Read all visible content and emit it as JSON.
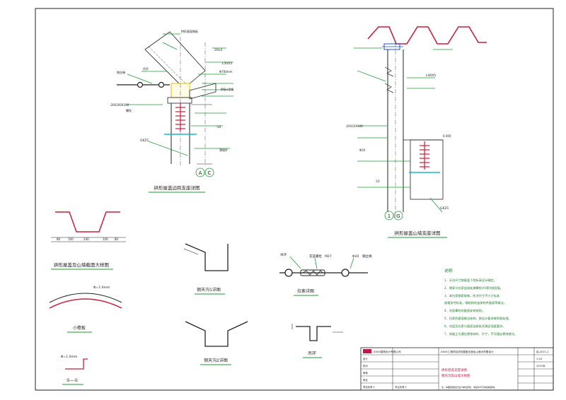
{
  "detail_titles": {
    "eaves_detail": "拱形屋盖边跨支座详图",
    "gable_detail": "拱形屋盖山墙支座详图",
    "profile": "拱形屋盖及山墙截面大样图",
    "gutter_a": "钢天沟1详图",
    "gutter_b": "钢天沟2详图",
    "tie_rod": "拉索详图",
    "small_panel": "小檐板",
    "ring": "吊环",
    "section": "①—①"
  },
  "eaves_labels": {
    "roof_panel_note": "拱形屋面钢板",
    "l_angle": "L50X5",
    "dim_20": "20x3",
    "anchor": "Φ700mm",
    "steel_cable": "钢丝绳",
    "hook": "吊环",
    "tube": "-20X200X340",
    "bolt": "螺栓",
    "weld_note": "焊接H型钢",
    "gkz": "GKZ1",
    "level": "-10",
    "cast": "预埋件",
    "axis_a": "A",
    "axis_c": "C"
  },
  "gable_labels": {
    "l_angle": "L40X5",
    "tube": "-20X20X340",
    "gkz": "GKZ1",
    "level": "6.000",
    "anchor": "Φ20",
    "axis_1": "1",
    "axis_g": "G",
    "bottom_note": "-10"
  },
  "profile_dims": [
    "80",
    "100",
    "240",
    "100",
    "80"
  ],
  "panel_label": "Φ=1.0mm",
  "section_label": "Φ=1.0mm",
  "tie_labels": {
    "ring": "吊环",
    "turnbuckle": "花篮螺栓",
    "cable": "钢丝绳",
    "dia": "Φ20",
    "m": "M27"
  },
  "notes": {
    "heading": "说明:",
    "items": [
      "1、天沟尺寸按屋盖下弦标高设计确定。",
      "2、钢索与拉索连接处做螺栓(X)第X加固值。",
      "3、本拉索钢索规格，所涉尺寸不小于标准",
      "   规格条件标准，钢结构的连接构件屋面等做法。",
      "4、花篮螺栓的屋面安装规则。",
      "5、拉索的屋面做法结构，按设计要求做防腐处理。",
      "6、花篮及拉索与屋面连接处须满足强度要求。",
      "7、如施工可遇应更改材料、尺寸，不可擅自更改做法。"
    ]
  },
  "title_block": {
    "company": "XXXX建筑设计有限公司",
    "project_line": "XXXX工程项目拱形屋盖支座及山墙大样图设计",
    "drawing_name_1": "拱形屋盖支座详图",
    "drawing_name_2": "钢天沟及山墙大样图",
    "sheet_no": "结-2021-2",
    "scale": "1:20",
    "date": "2021年",
    "rows": [
      "设计",
      "校对",
      "审核",
      "审定",
      "项目负责人",
      "专业负责人"
    ],
    "small_caption": "注：本图纸版权归设计单位所有，未经许可不得复制使用。"
  },
  "colors": {
    "line": "#1a1a1a",
    "red": "#c81e3c",
    "green": "#1f9a36",
    "cyan": "#19b7c8",
    "blue": "#1f4fd0",
    "magenta": "#c0184a"
  }
}
